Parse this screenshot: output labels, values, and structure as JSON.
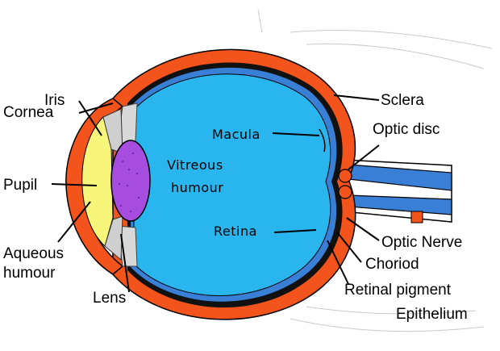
{
  "labels": {
    "iris": "Iris",
    "cornea": "Cornea",
    "pupil": "Pupil",
    "aqueous_line1": "Aqueous",
    "aqueous_line2": "humour",
    "lens": "Lens",
    "vitreous_line1": "Vitreous",
    "vitreous_line2": "humour",
    "macula": "Macula",
    "retina": "Retina",
    "sclera": "Sclera",
    "optic_disc": "Optic disc",
    "optic_nerve": "Optic Nerve",
    "choroid": "Choriod",
    "rpe_line1": "Retinal pigment",
    "rpe_line2": "Epithelium"
  },
  "colors": {
    "sclera": "#f2541b",
    "vitreous": "#29b6ee",
    "choroid": "#3a7fd6",
    "aqueous": "#f7f57a",
    "lens": "#a64de0",
    "nerve": "#3a7fd6"
  }
}
